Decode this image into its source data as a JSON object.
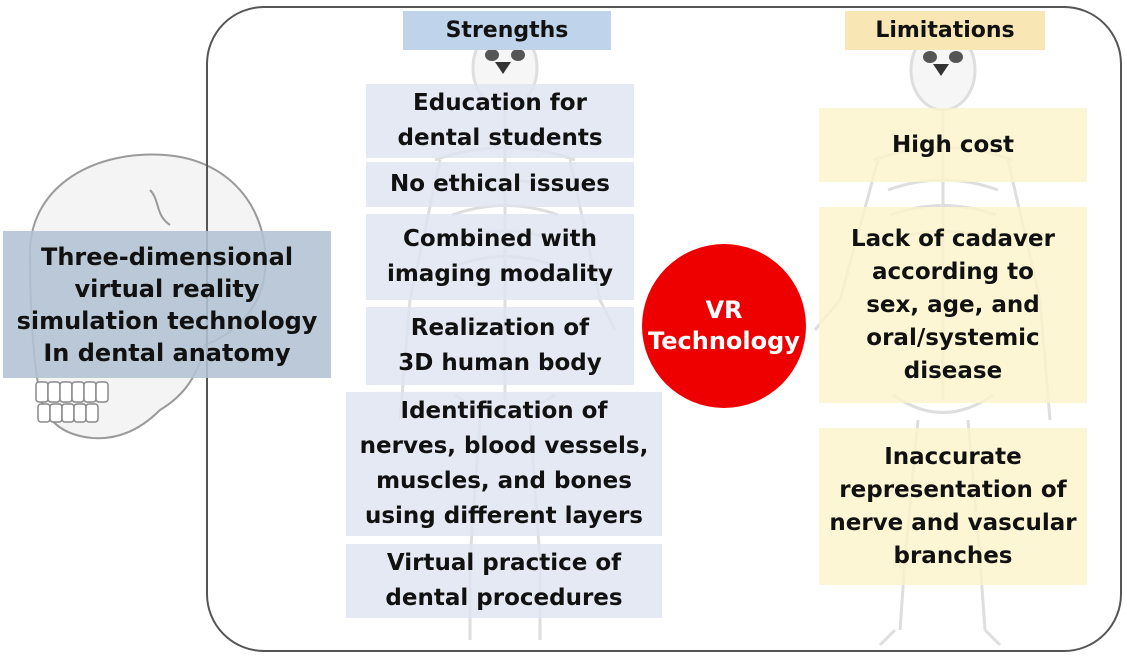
{
  "main_topic": "Three-dimensional\nvirtual reality\nsimulation technology\nIn dental anatomy",
  "center_label": "VR\nTechnology",
  "strengths": {
    "header": "Strengths",
    "items": [
      "Education for\ndental students",
      "No ethical issues",
      "Combined with\nimaging modality",
      "Realization of\n3D human body",
      "Identification of\nnerves, blood vessels,\nmuscles, and bones\nusing different layers",
      "Virtual practice of\ndental procedures"
    ]
  },
  "limitations": {
    "header": "Limitations",
    "items": [
      "High cost",
      "Lack of cadaver\naccording to\nsex, age, and\noral/systemic\ndisease",
      "Inaccurate\nrepresentation of\nnerve and vascular\nbranches"
    ]
  },
  "colors": {
    "strength_box": "#dfe4f2",
    "strength_header": "#bfd3ea",
    "limitation_box": "#fcf4ca",
    "limitation_header": "#f8e7b4",
    "main_box": "#b2c1d3",
    "vr_circle": "#ee0000"
  }
}
